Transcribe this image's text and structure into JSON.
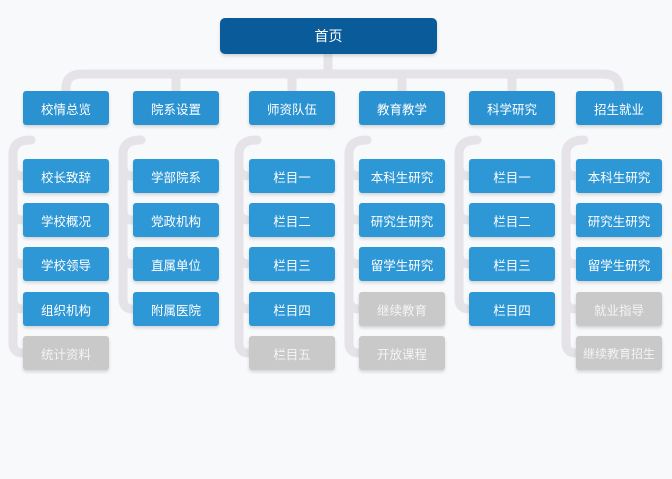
{
  "root": {
    "label": "首页"
  },
  "sections": [
    {
      "label": "校情总览",
      "items": [
        {
          "label": "校长致辞",
          "active": true
        },
        {
          "label": "学校概况",
          "active": true
        },
        {
          "label": "学校领导",
          "active": true
        },
        {
          "label": "组织机构",
          "active": true
        },
        {
          "label": "统计资料",
          "active": false
        }
      ]
    },
    {
      "label": "院系设置",
      "items": [
        {
          "label": "学部院系",
          "active": true
        },
        {
          "label": "党政机构",
          "active": true
        },
        {
          "label": "直属单位",
          "active": true
        },
        {
          "label": "附属医院",
          "active": true
        }
      ]
    },
    {
      "label": "师资队伍",
      "items": [
        {
          "label": "栏目一",
          "active": true
        },
        {
          "label": "栏目二",
          "active": true
        },
        {
          "label": "栏目三",
          "active": true
        },
        {
          "label": "栏目四",
          "active": true
        },
        {
          "label": "栏目五",
          "active": false
        }
      ]
    },
    {
      "label": "教育教学",
      "items": [
        {
          "label": "本科生研究",
          "active": true
        },
        {
          "label": "研究生研究",
          "active": true
        },
        {
          "label": "留学生研究",
          "active": true
        },
        {
          "label": "继续教育",
          "active": false
        },
        {
          "label": "开放课程",
          "active": false
        }
      ]
    },
    {
      "label": "科学研究",
      "items": [
        {
          "label": "栏目一",
          "active": true
        },
        {
          "label": "栏目二",
          "active": true
        },
        {
          "label": "栏目三",
          "active": true
        },
        {
          "label": "栏目四",
          "active": true
        }
      ]
    },
    {
      "label": "招生就业",
      "items": [
        {
          "label": "本科生研究",
          "active": true
        },
        {
          "label": "研究生研究",
          "active": true
        },
        {
          "label": "留学生研究",
          "active": true
        },
        {
          "label": "就业指导",
          "active": false
        },
        {
          "label": "继续教育招生",
          "active": false
        }
      ]
    }
  ],
  "colors": {
    "root": "#0a5b99",
    "active": "#2e97d5",
    "inactive": "#c9c9c9",
    "connector": "#e5e3e8"
  }
}
